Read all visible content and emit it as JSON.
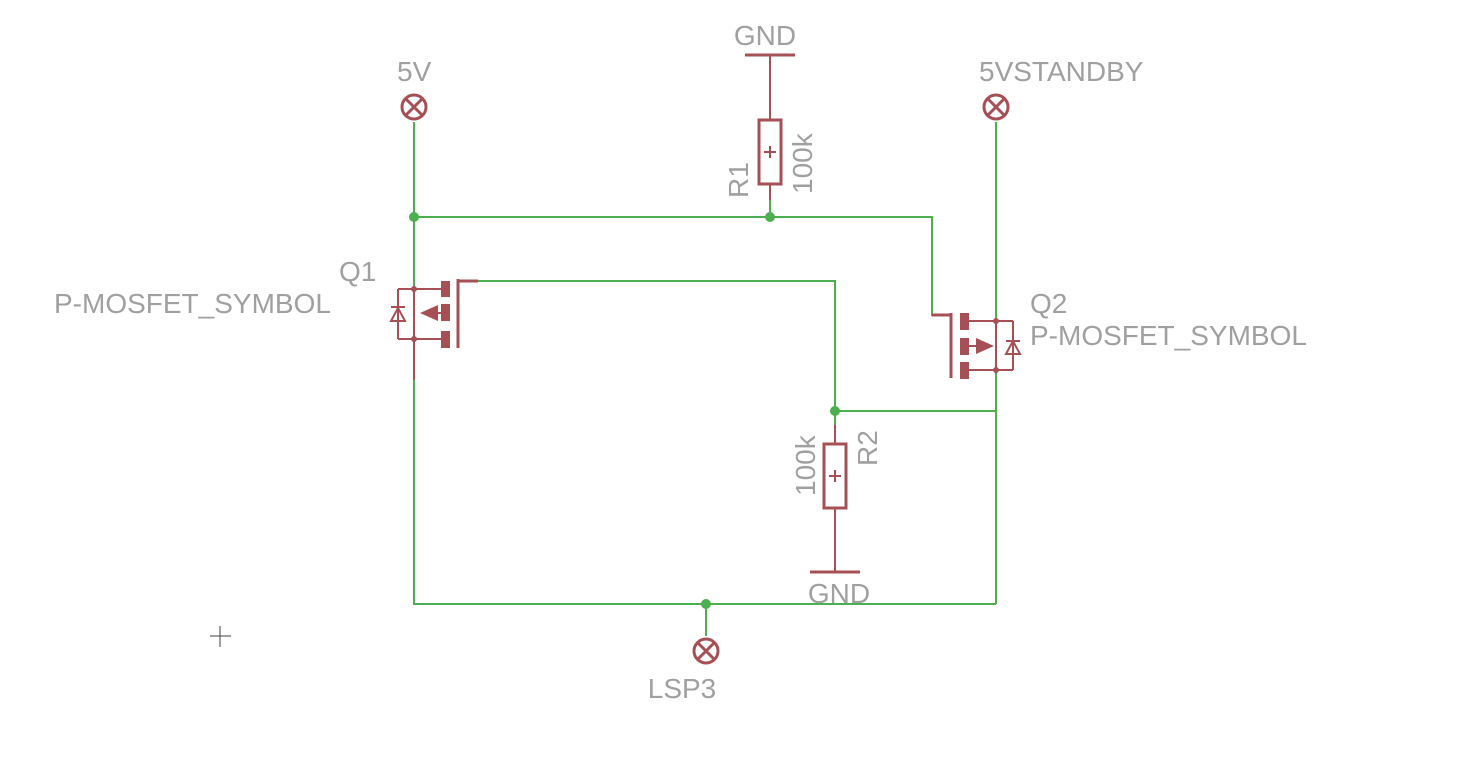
{
  "labels": {
    "gnd_top": "GND",
    "gnd_bottom": "GND",
    "supply_5v": "5V",
    "supply_5vstandby": "5VSTANDBY",
    "lsp3": "LSP3",
    "q1_name": "Q1",
    "q1_value": "P-MOSFET_SYMBOL",
    "q2_name": "Q2",
    "q2_value": "P-MOSFET_SYMBOL",
    "r1_name": "R1",
    "r1_value": "100k",
    "r2_name": "R2",
    "r2_value": "100k"
  },
  "colors": {
    "wire": "#4caf50",
    "symbol": "#a65055",
    "label": "#a0a0a0",
    "background": "#ffffff"
  }
}
